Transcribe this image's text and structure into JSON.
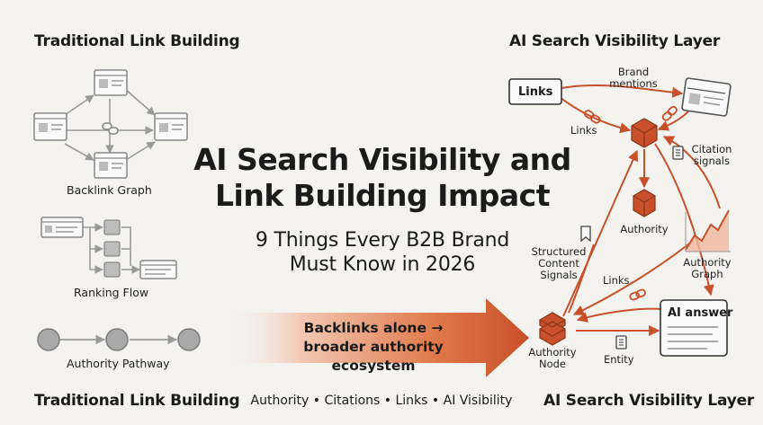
{
  "left_header_top": "Traditional Link Building",
  "right_header_top": "AI Search Visibility Layer",
  "left_header_bottom": "Traditional Link Building",
  "right_header_bottom": "AI Search Visibility Layer",
  "title_line1": "AI Search Visibility and",
  "title_line2": "Link Building Impact",
  "subtitle_line1": "9 Things Every B2B Brand",
  "subtitle_line2": "Must Know in 2026",
  "arrow_line1": "Backlinks alone →",
  "arrow_line2": "broader authority ecosystem",
  "footer_center": "Authority • Citations • Links • AI Visibility",
  "left_diagram": {
    "backlink_graph": "Backlink Graph",
    "ranking_flow": "Ranking Flow",
    "authority_pathway": "Authority Pathway"
  },
  "right_diagram": {
    "links_box": "Links",
    "brand_mentions_1": "Brand",
    "brand_mentions_2": "mentions",
    "links_label_top": "Links",
    "citation_1": "Citation",
    "citation_2": "signals",
    "authority": "Authority",
    "structured_1": "Structured",
    "structured_2": "Content",
    "structured_3": "Signals",
    "links_label_mid": "Links",
    "authority_graph_1": "Authority",
    "authority_graph_2": "Graph",
    "ai_answer": "AI answer",
    "authority_node_1": "Authority",
    "authority_node_2": "Node",
    "entity": "Entity"
  },
  "colors": {
    "accent": "#c8502a",
    "accent_dark": "#a53c1c",
    "line_gray": "#9a9a9a",
    "background": "#f4f3f0"
  }
}
